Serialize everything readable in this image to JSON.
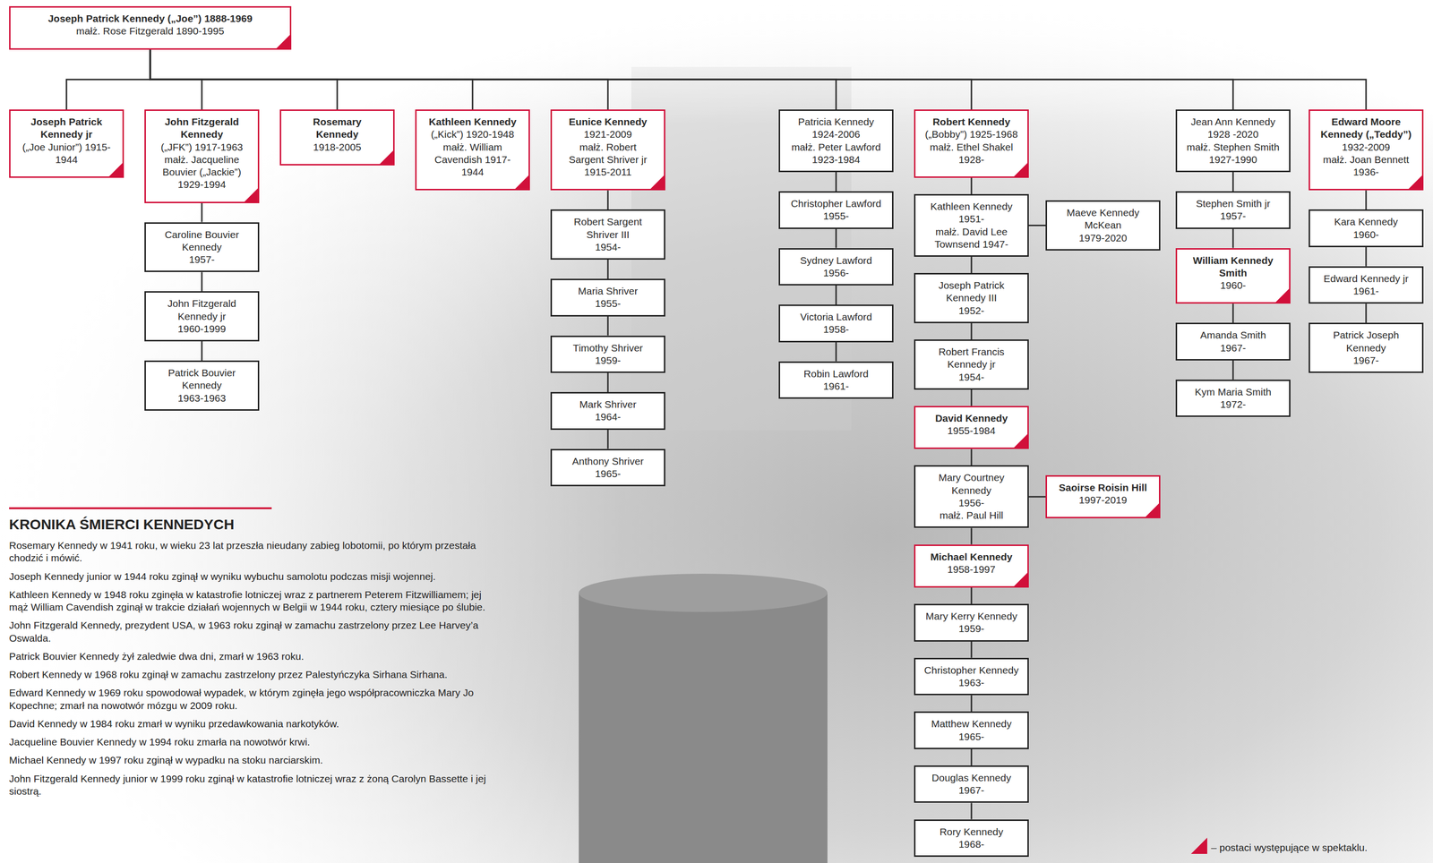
{
  "diagram": {
    "nodes": [
      {
        "text": [
          "Joseph Patrick Kennedy („Joe”) 1888-1969",
          "małż. Rose Fitzgerald 1890-1995"
        ]
      },
      {
        "text": [
          "Joseph Patrick Kennedy jr",
          "(„Joe Junior”) 1915-1944"
        ]
      },
      {
        "text": [
          "John Fitzgerald Kennedy",
          "(„JFK”) 1917-1963",
          "małż. Jacqueline Bouvier („Jackie”) 1929-1994"
        ]
      },
      {
        "text": [
          "Caroline Bouvier Kennedy",
          "1957-"
        ]
      },
      {
        "text": [
          "John Fitzgerald Kennedy jr",
          "1960-1999"
        ]
      },
      {
        "text": [
          "Patrick Bouvier Kennedy",
          "1963-1963"
        ]
      },
      {
        "text": [
          "Rosemary Kennedy",
          "1918-2005"
        ]
      },
      {
        "text": [
          "Kathleen Kennedy",
          "(„Kick”) 1920-1948",
          "małż. William Cavendish 1917-1944"
        ]
      },
      {
        "text": [
          "Eunice Kennedy",
          "1921-2009",
          "małż. Robert Sargent Shriver jr 1915-2011"
        ]
      },
      {
        "text": [
          "Robert Sargent Shriver III",
          "1954-"
        ]
      },
      {
        "text": [
          "Maria Shriver",
          "1955-"
        ]
      },
      {
        "text": [
          "Timothy Shriver",
          "1959-"
        ]
      },
      {
        "text": [
          "Mark Shriver",
          "1964-"
        ]
      },
      {
        "text": [
          "Anthony Shriver",
          "1965-"
        ]
      },
      {
        "text": [
          "Patricia Kennedy",
          "1924-2006",
          "małż. Peter Lawford 1923-1984"
        ]
      },
      {
        "text": [
          "Christopher Lawford",
          "1955-"
        ]
      },
      {
        "text": [
          "Sydney Lawford",
          "1956-"
        ]
      },
      {
        "text": [
          "Victoria Lawford",
          "1958-"
        ]
      },
      {
        "text": [
          "Robin Lawford",
          "1961-"
        ]
      },
      {
        "text": [
          "Robert Kennedy",
          "(„Bobby”) 1925-1968",
          "małż. Ethel Shakel 1928-"
        ]
      },
      {
        "text": [
          "Kathleen Kennedy",
          "1951-",
          "małż. David Lee Townsend 1947-"
        ]
      },
      {
        "text": [
          "Maeve Kennedy McKean",
          "1979-2020"
        ]
      },
      {
        "text": [
          "Joseph Patrick Kennedy III",
          "1952-"
        ]
      },
      {
        "text": [
          "Robert Francis Kennedy jr",
          "1954-"
        ]
      },
      {
        "text": [
          "David Kennedy",
          "1955-1984"
        ]
      },
      {
        "text": [
          "Mary Courtney Kennedy",
          "1956-",
          "małż. Paul Hill"
        ]
      },
      {
        "text": [
          "Saoirse Roisin Hill",
          "1997-2019"
        ]
      },
      {
        "text": [
          "Michael Kennedy",
          "1958-1997"
        ]
      },
      {
        "text": [
          "Mary Kerry Kennedy",
          "1959-"
        ]
      },
      {
        "text": [
          "Christopher Kennedy",
          "1963-"
        ]
      },
      {
        "text": [
          "Matthew Kennedy",
          "1965-"
        ]
      },
      {
        "text": [
          "Douglas Kennedy",
          "1967-"
        ]
      },
      {
        "text": [
          "Rory Kennedy",
          "1968-"
        ]
      },
      {
        "text": [
          "Jean Ann Kennedy",
          "1928 -2020",
          "małż. Stephen Smith 1927-1990"
        ]
      },
      {
        "text": [
          "Stephen Smith jr",
          "1957-"
        ]
      },
      {
        "text": [
          "William Kennedy Smith",
          "1960-"
        ]
      },
      {
        "text": [
          "Amanda Smith",
          "1967-"
        ]
      },
      {
        "text": [
          "Kym Maria Smith",
          "1972-"
        ]
      },
      {
        "text": [
          "Edward Moore Kennedy („Teddy”)",
          "1932-2009",
          "małż. Joan Bennett 1936-"
        ]
      },
      {
        "text": [
          "Kara Kennedy",
          "1960-"
        ]
      },
      {
        "text": [
          "Edward Kennedy jr",
          "1961-"
        ]
      },
      {
        "text": [
          "Patrick Joseph Kennedy",
          "1967-"
        ]
      }
    ],
    "edges": [
      {
        "from": 0,
        "to": 1,
        "arrow": "none"
      },
      {
        "from": 0,
        "to": 2,
        "arrow": "none"
      },
      {
        "from": 0,
        "to": 6,
        "arrow": "none"
      },
      {
        "from": 0,
        "to": 7,
        "arrow": "none"
      },
      {
        "from": 0,
        "to": 8,
        "arrow": "none"
      },
      {
        "from": 0,
        "to": 14,
        "arrow": "none"
      },
      {
        "from": 0,
        "to": 19,
        "arrow": "none"
      },
      {
        "from": 0,
        "to": 33,
        "arrow": "none"
      },
      {
        "from": 0,
        "to": 38,
        "arrow": "none"
      },
      {
        "from": 2,
        "to": 3,
        "arrow": "none"
      },
      {
        "from": 3,
        "to": 4,
        "arrow": "none"
      },
      {
        "from": 4,
        "to": 5,
        "arrow": "none"
      },
      {
        "from": 8,
        "to": 9,
        "arrow": "none"
      },
      {
        "from": 9,
        "to": 10,
        "arrow": "none"
      },
      {
        "from": 10,
        "to": 11,
        "arrow": "none"
      },
      {
        "from": 11,
        "to": 12,
        "arrow": "none"
      },
      {
        "from": 12,
        "to": 13,
        "arrow": "none"
      },
      {
        "from": 14,
        "to": 15,
        "arrow": "none"
      },
      {
        "from": 15,
        "to": 16,
        "arrow": "none"
      },
      {
        "from": 16,
        "to": 17,
        "arrow": "none"
      },
      {
        "from": 17,
        "to": 18,
        "arrow": "none"
      },
      {
        "from": 19,
        "to": 20,
        "arrow": "none"
      },
      {
        "from": 20,
        "to": 21,
        "arrow": "none"
      },
      {
        "from": 20,
        "to": 22,
        "arrow": "none"
      },
      {
        "from": 22,
        "to": 23,
        "arrow": "none"
      },
      {
        "from": 23,
        "to": 24,
        "arrow": "none"
      },
      {
        "from": 24,
        "to": 25,
        "arrow": "none"
      },
      {
        "from": 25,
        "to": 26,
        "arrow": "none"
      },
      {
        "from": 25,
        "to": 27,
        "arrow": "none"
      },
      {
        "from": 27,
        "to": 28,
        "arrow": "none"
      },
      {
        "from": 28,
        "to": 29,
        "arrow": "none"
      },
      {
        "from": 29,
        "to": 30,
        "arrow": "none"
      },
      {
        "from": 30,
        "to": 31,
        "arrow": "none"
      },
      {
        "from": 31,
        "to": 32,
        "arrow": "none"
      },
      {
        "from": 33,
        "to": 34,
        "arrow": "none"
      },
      {
        "from": 34,
        "to": 35,
        "arrow": "none"
      },
      {
        "from": 35,
        "to": 36,
        "arrow": "none"
      },
      {
        "from": 36,
        "to": 37,
        "arrow": "none"
      },
      {
        "from": 38,
        "to": 39,
        "arrow": "none"
      },
      {
        "from": 39,
        "to": 40,
        "arrow": "none"
      },
      {
        "from": 40,
        "to": 41,
        "arrow": "none"
      }
    ],
    "labels": [
      "KRONIKA ŚMIERCI KENNEDYCH",
      "Rosemary Kennedy w 1941 roku, w wieku 23 lat przeszła nieudany zabieg lobotomii, po którym przestała chodzić i mówić.",
      "Joseph Kennedy junior w 1944 roku zginął w wyniku wybuchu samolotu podczas misji wojennej.",
      "Kathleen Kennedy w 1948 roku zginęła w katastrofie lotniczej wraz z partnerem Peterem Fitzwilliamem; jej mąż William Cavendish zginął w trakcie działań wojennych w Belgii w 1944 roku, cztery miesiące po ślubie.",
      "John Fitzgerald Kennedy, prezydent USA, w 1963 roku zginął w zamachu zastrzelony przez Lee Harvey’a Oswalda.",
      "Patrick Bouvier Kennedy żył zaledwie dwa dni, zmarł w 1963 roku.",
      "Robert Kennedy w 1968 roku zginął w zamachu zastrzelony przez Palestyńczyka Sirhana Sirhana.",
      "Edward Kennedy w 1969 roku spowodował wypadek, w którym zginęła jego współpracowniczka Mary Jo Kopechne; zmarł na nowotwór mózgu w 2009 roku.",
      "David Kennedy w 1984 roku zmarł w wyniku przedawkowania narkotyków.",
      "Jacqueline Bouvier Kennedy w 1994 roku zmarła na nowotwór krwi.",
      "Michael Kennedy w 1997 roku zginął w wypadku na stoku narciarskim.",
      "John Fitzgerald Kennedy junior w 1999 roku zginął w katastrofie lotniczej wraz z żoną Carolyn Bassette i jej siostrą."
    ],
    "legend": [
      {
        "text": "– postaci występujące w spektaklu."
      }
    ]
  }
}
